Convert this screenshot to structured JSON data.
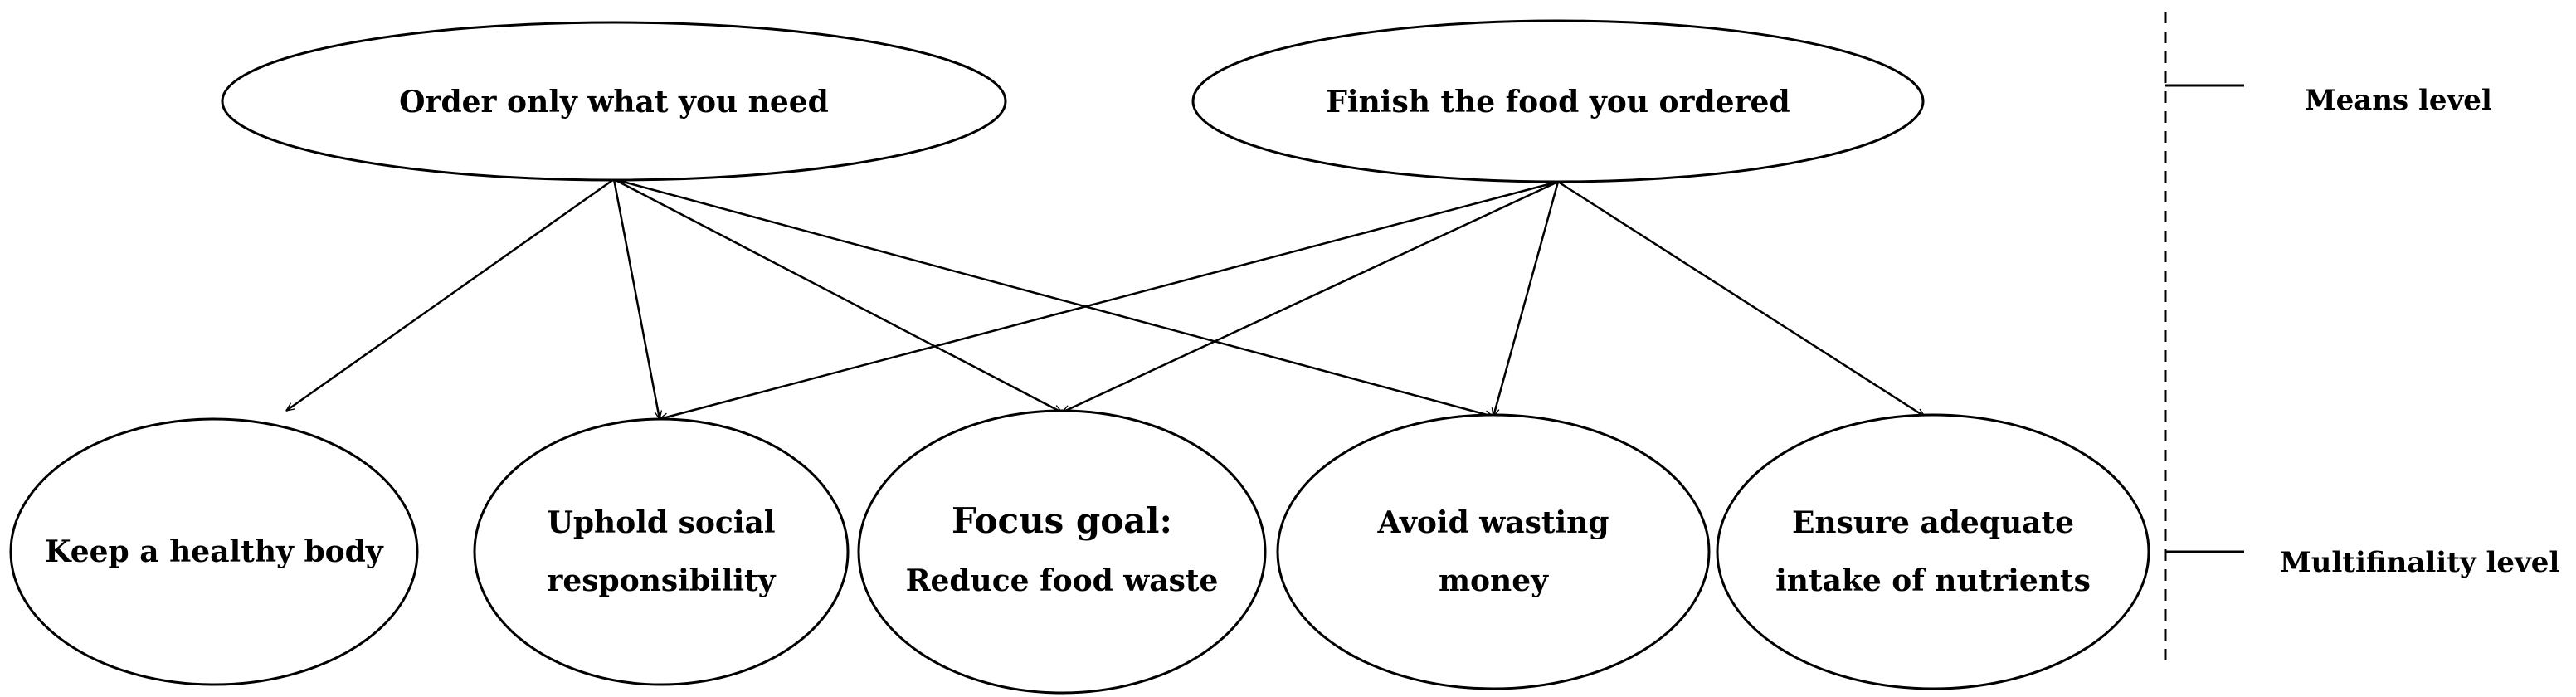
{
  "means": [
    {
      "id": "order",
      "label": "Order only what you need"
    },
    {
      "id": "finish",
      "label": "Finish the food you ordered"
    }
  ],
  "goals": [
    {
      "id": "healthy",
      "lines": [
        "Keep a healthy body"
      ]
    },
    {
      "id": "social",
      "lines": [
        "Uphold social",
        "responsibility"
      ]
    },
    {
      "id": "focus",
      "lines": [
        "Focus goal:",
        "Reduce food waste"
      ]
    },
    {
      "id": "money",
      "lines": [
        "Avoid wasting",
        "money"
      ]
    },
    {
      "id": "nutrients",
      "lines": [
        "Ensure adequate",
        "intake of nutrients"
      ]
    }
  ],
  "edges": [
    {
      "from": "order",
      "to": "healthy"
    },
    {
      "from": "order",
      "to": "social"
    },
    {
      "from": "order",
      "to": "focus"
    },
    {
      "from": "order",
      "to": "money"
    },
    {
      "from": "finish",
      "to": "social"
    },
    {
      "from": "finish",
      "to": "focus"
    },
    {
      "from": "finish",
      "to": "money"
    },
    {
      "from": "finish",
      "to": "nutrients"
    }
  ],
  "levels": {
    "means": "Means level",
    "multifinality": "Multifinality level"
  }
}
